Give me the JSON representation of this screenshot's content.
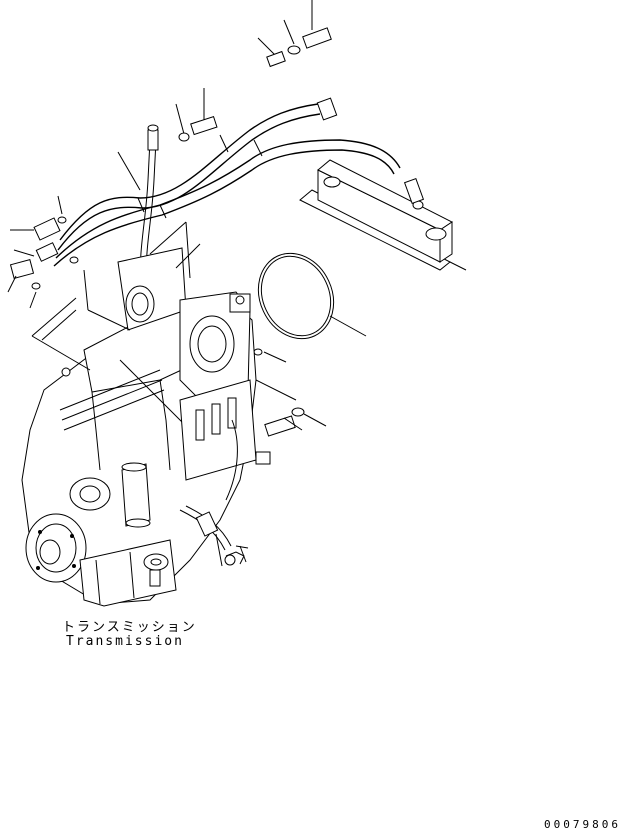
{
  "caption": {
    "japanese": "トランスミッション",
    "english": "Transmission"
  },
  "drawing_number": "00079806"
}
